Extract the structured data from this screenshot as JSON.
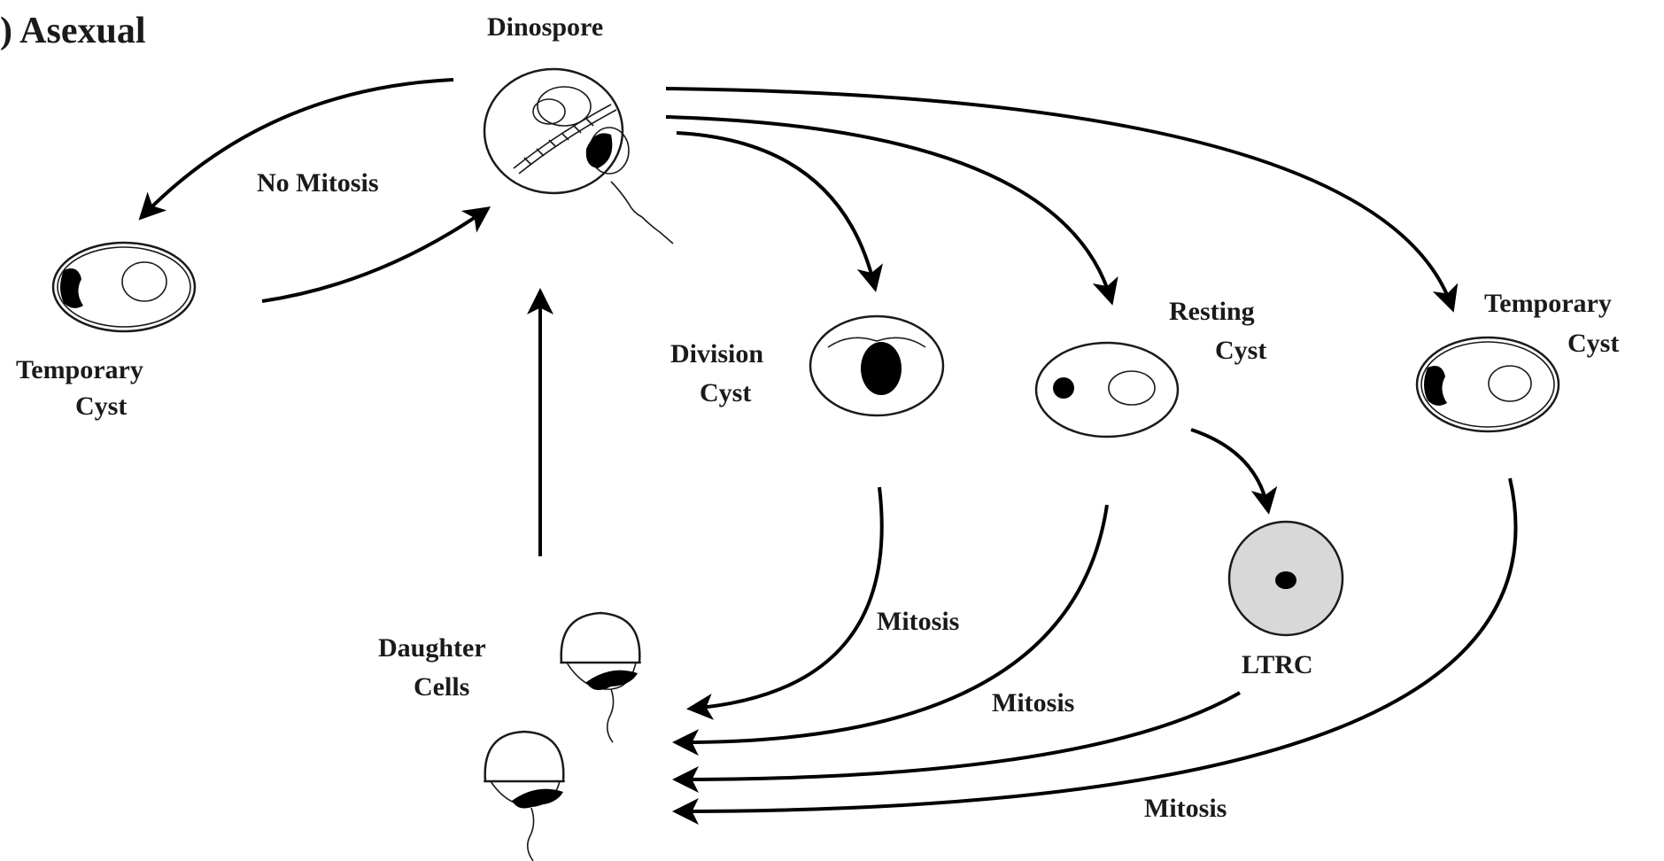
{
  "title": ") Asexual",
  "labels": {
    "dinospore": "Dinospore",
    "no_mitosis": "No Mitosis",
    "temporary_left_1": "Temporary",
    "temporary_left_2": "Cyst",
    "division_1": "Division",
    "division_2": "Cyst",
    "resting_1": "Resting",
    "resting_2": "Cyst",
    "temporary_right_1": "Temporary",
    "temporary_right_2": "Cyst",
    "daughter_1": "Daughter",
    "daughter_2": "Cells",
    "ltrc": "LTRC",
    "mitosis_1": "Mitosis",
    "mitosis_2": "Mitosis",
    "mitosis_3": "Mitosis"
  }
}
